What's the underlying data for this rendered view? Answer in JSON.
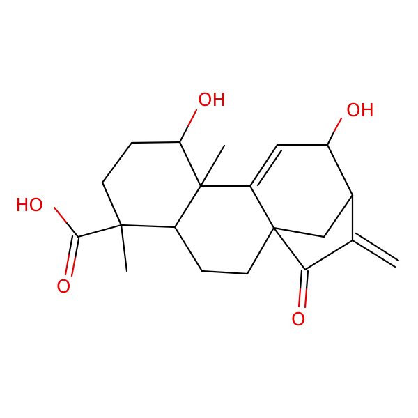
{
  "molecule": {
    "labels": {
      "oh_top_left": "OH",
      "oh_top_right": "OH",
      "oh_acid": "HO",
      "o_acid_carbonyl": "O",
      "o_ketone": "O"
    },
    "colors": {
      "bond": "#000000",
      "heteroatom": "#e60000",
      "background": "#ffffff"
    }
  }
}
